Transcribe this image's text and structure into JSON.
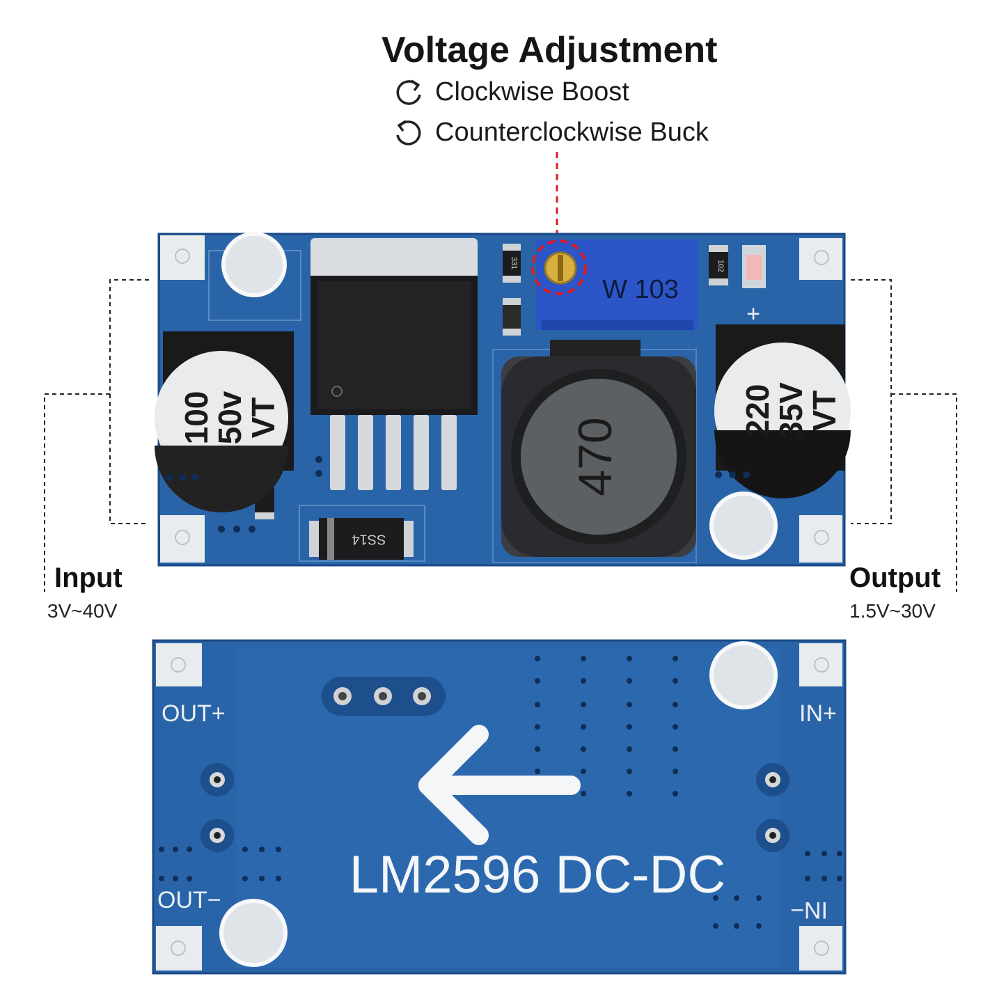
{
  "header": {
    "title": "Voltage Adjustment",
    "clockwise_label": "Clockwise Boost",
    "counterclockwise_label": "Counterclockwise Buck"
  },
  "input": {
    "label": "Input",
    "range": "3V~40V"
  },
  "output": {
    "label": "Output",
    "range": "1.5V~30V"
  },
  "top_board": {
    "input_cap": [
      "100",
      "50v",
      "VT"
    ],
    "output_cap": [
      "220",
      "35V",
      "VT"
    ],
    "potentiometer": "W 103",
    "inductor": "470",
    "diode": "SS14",
    "resistor_1": "331",
    "resistor_2": "102",
    "plus_mark": "+"
  },
  "bottom_board": {
    "title": "LM2596 DC-DC",
    "out_plus": "OUT+",
    "out_minus": "OUT−",
    "in_plus": "IN+",
    "in_minus": "IN−"
  },
  "colors": {
    "pcb": "#2a64a8",
    "pcb_dark": "#1d4f8c",
    "pad": "#e8ecef",
    "accent_red": "#e01b24",
    "trimpot": "#2c56c8"
  },
  "icons": {
    "clockwise": "rotate-cw-icon",
    "counterclockwise": "rotate-ccw-icon"
  }
}
